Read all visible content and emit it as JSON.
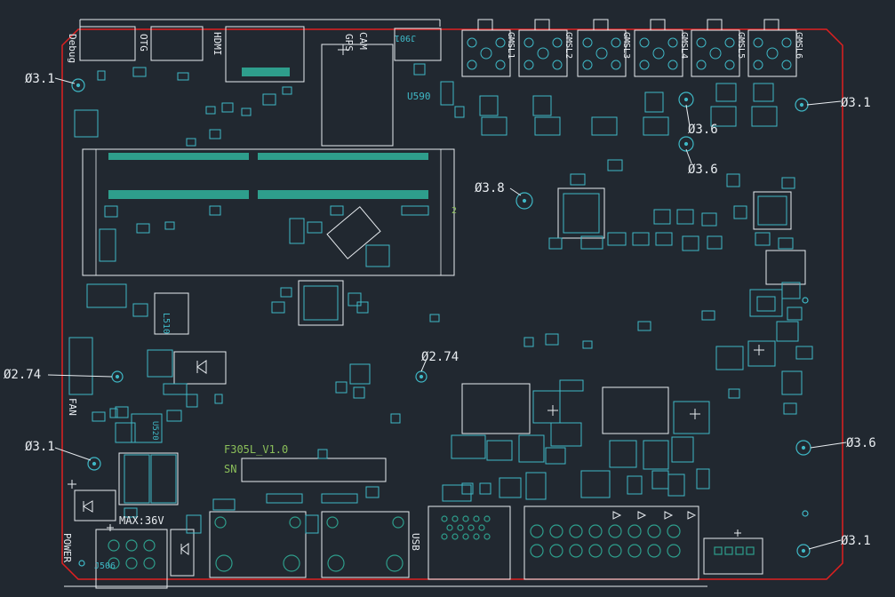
{
  "board": {
    "version_label": "F305L_V1.0",
    "sn_label": "SN",
    "colors": {
      "background": "#212830",
      "outline": "#e02020",
      "silk": "#e8ecf0",
      "pad": "#3fb8c6",
      "copper": "#2e9e8c",
      "label_green": "#8bbf5a"
    }
  },
  "connectors": {
    "debug": "Debug",
    "otg": "OTG",
    "hdmi": "HDMI",
    "gps": "GPS",
    "cam": "CAM",
    "j901": "J901",
    "u590": "U590",
    "gmsl1": "GMSL1",
    "gmsl2": "GMSL2",
    "gmsl3": "GMSL3",
    "gmsl4": "GMSL4",
    "gmsl5": "GMSL5",
    "gmsl6": "GMSL6",
    "fan": "FAN",
    "power": "POWER",
    "max36v": "MAX:36V",
    "j506": "J506",
    "usb": "USB",
    "l510": "L510",
    "u520": "U520",
    "num2": "2"
  },
  "holes": {
    "tl": "Ø3.1",
    "tr": "Ø3.1",
    "c36a": "Ø3.6",
    "c36b": "Ø3.6",
    "c38": "Ø3.8",
    "l274": "Ø2.74",
    "c274": "Ø2.74",
    "bl": "Ø3.1",
    "r36": "Ø3.6",
    "br": "Ø3.1"
  }
}
